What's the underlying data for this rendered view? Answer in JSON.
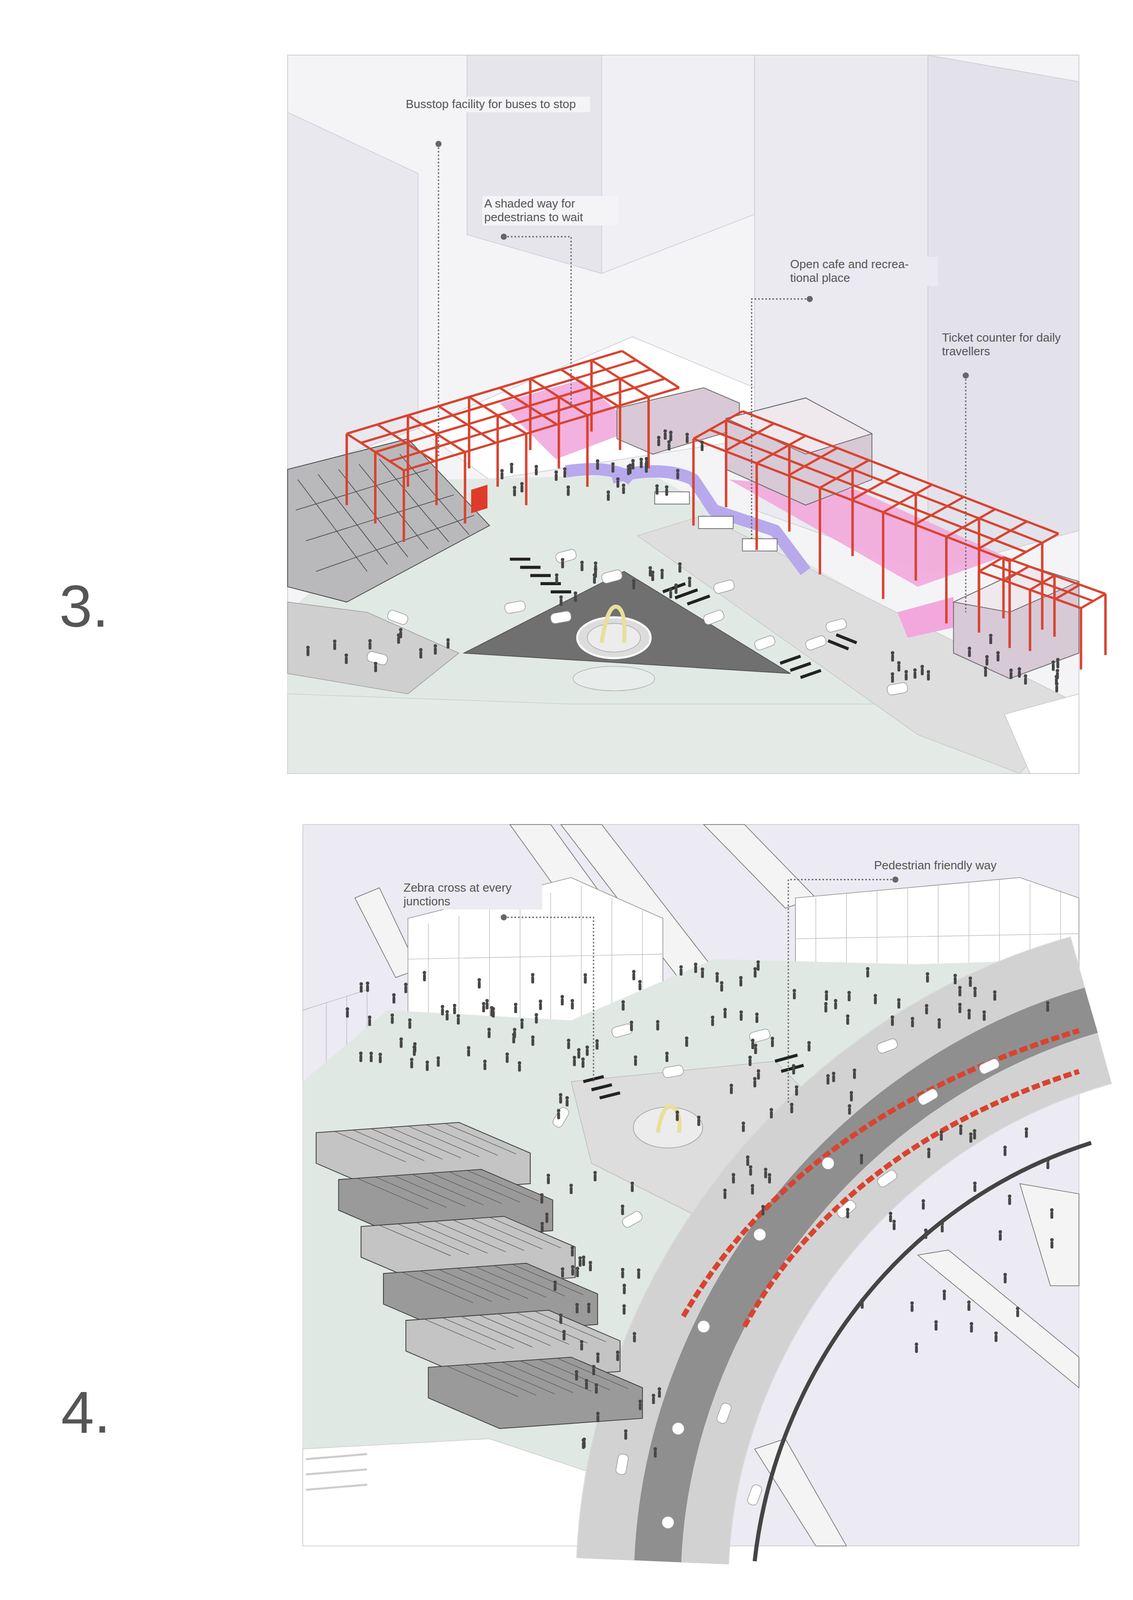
{
  "diagram": {
    "labels": [
      "3.",
      "Busstop facility for buses to stop",
      "A shaded way for pedestrians to wait",
      "Open cafe and recrea- tional place",
      "Ticket counter for daily travellers",
      "4.",
      "Zebra cross at every junctions",
      "Pedestrian friendly way"
    ]
  }
}
